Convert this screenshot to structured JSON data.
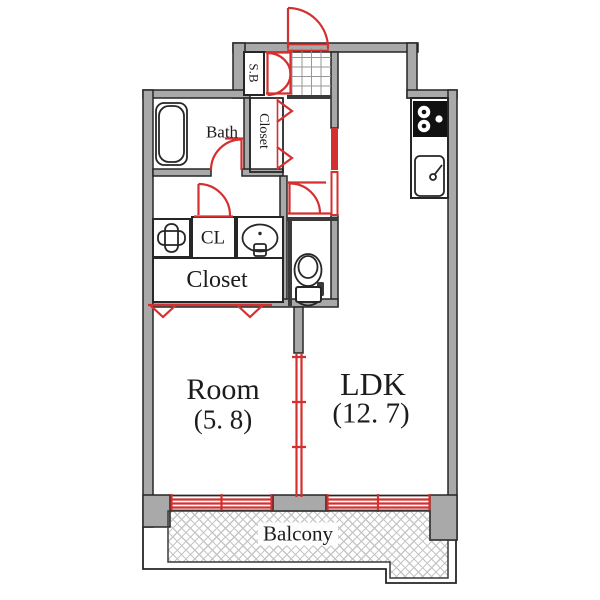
{
  "plan_title": "1LDK apartment floor plan",
  "colors": {
    "accent_red": "#d43030",
    "wall_gray": "#a9a9a9",
    "line_dark": "#262626",
    "hatch_gray": "#c6c6c6"
  },
  "rooms": {
    "ldk": {
      "label": "LDK",
      "size": "(12. 7)"
    },
    "room": {
      "label": "Room",
      "size": "(5. 8)"
    },
    "balcony": {
      "label": "Balcony"
    },
    "bath": {
      "label": "Bath"
    },
    "closet_tall": {
      "label": "Closet"
    },
    "closet_room": {
      "label": "Closet"
    },
    "cl": {
      "label": "CL"
    },
    "shoe_box": {
      "label": "S.B"
    }
  },
  "icons": {
    "entrance_door": "red swing door at top entrance",
    "shoebox_doors": "red double doors on shoe box",
    "bathtub": "bathtub outline",
    "bath_door": "red swing door into bath",
    "closet_bifold": "red bifold chevrons on tall closet",
    "washer_pan": "washing machine pan with clover drain",
    "cl_door": "red swing door on CL closet",
    "washbasin": "oval washbasin",
    "toilet": "toilet bowl with tank",
    "toilet_door": "red swing door into toilet",
    "sliding_partition": "red sliding partition between Room and LDK",
    "windows": "red sliding windows to balcony",
    "stove": "two-burner gas stove",
    "kitchen_sink": "kitchen sink with faucet",
    "genkan_tile": "entry tile grid"
  }
}
